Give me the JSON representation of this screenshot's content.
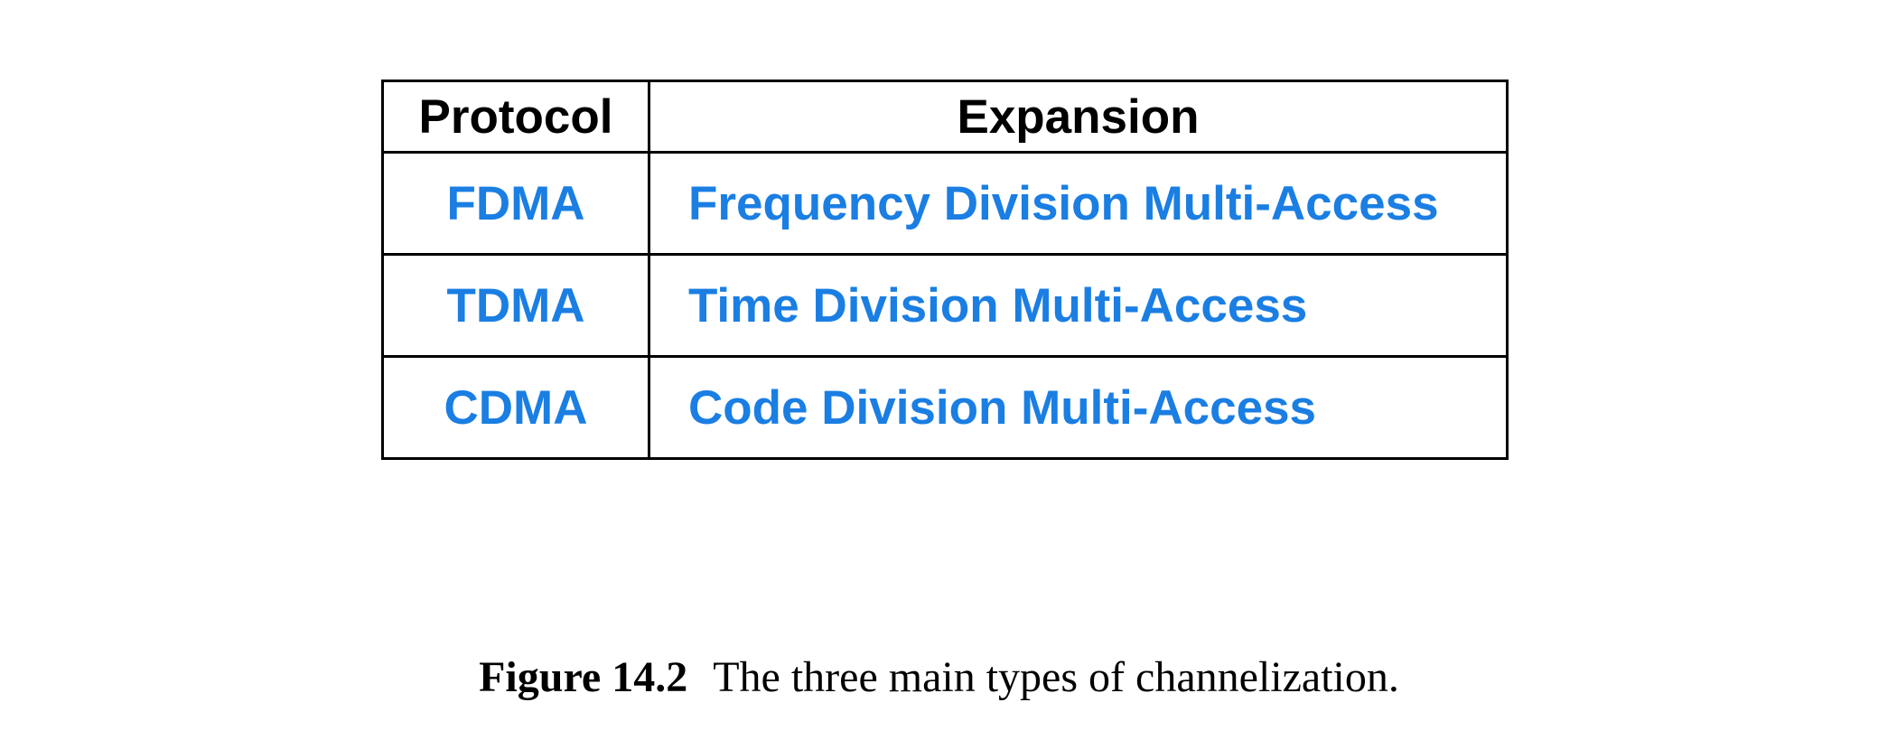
{
  "colors": {
    "entry_text": "#1a7ee3",
    "header_text": "#000000",
    "border": "#000000"
  },
  "table": {
    "headers": {
      "protocol": "Protocol",
      "expansion": "Expansion"
    },
    "rows": [
      {
        "protocol": "FDMA",
        "expansion": "Frequency Division Multi-Access"
      },
      {
        "protocol": "TDMA",
        "expansion": "Time Division Multi-Access"
      },
      {
        "protocol": "CDMA",
        "expansion": "Code Division Multi-Access"
      }
    ]
  },
  "caption": {
    "label": "Figure 14.2",
    "text": "The three main types of channelization."
  }
}
